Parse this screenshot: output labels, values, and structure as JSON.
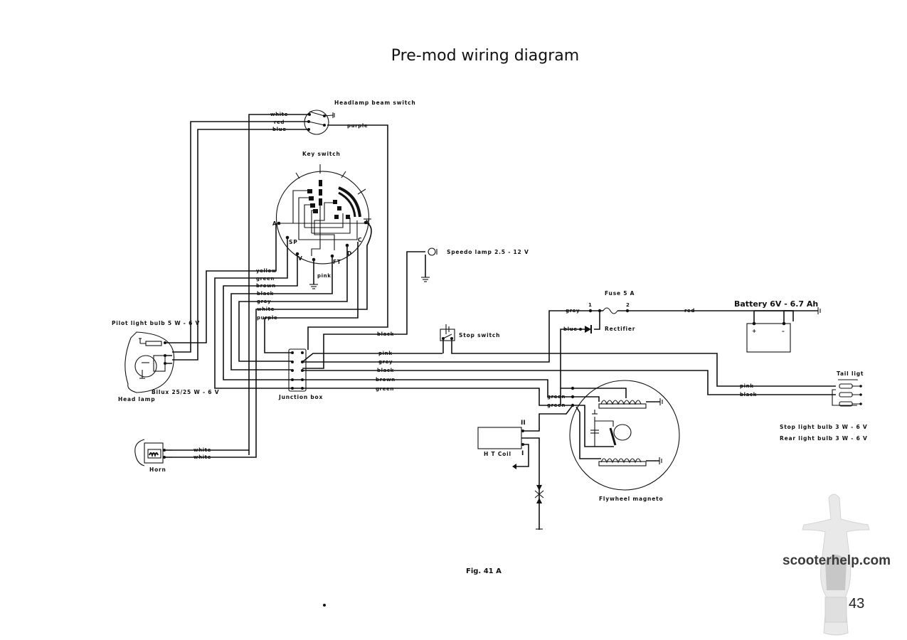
{
  "title": "Pre-mod wiring diagram",
  "figure_caption": "Fig. 41 A",
  "page_number": "43",
  "watermark": "scooterhelp.com",
  "components": {
    "headlamp_beam_switch": {
      "label": "Headlamp beam switch",
      "wires_in": [
        "white",
        "red",
        "blue"
      ],
      "wire_out": "purple"
    },
    "key_switch": {
      "label": "Key switch",
      "terminals": [
        "A",
        "SP",
        "V",
        "FT",
        "D",
        "C",
        "K"
      ],
      "earth_wire": "pink"
    },
    "speedo_lamp": {
      "label": "Speedo lamp 2.5 - 12 V"
    },
    "pilot_light": {
      "label": "Pilot light bulb 5 W - 6 V"
    },
    "headlamp_bulb": {
      "label": "Bilux 25/25 W - 6 V"
    },
    "head_lamp": {
      "label": "Head lamp"
    },
    "horn": {
      "label": "Horn",
      "wires": [
        "white",
        "white"
      ]
    },
    "junction_box": {
      "label": "Junction box"
    },
    "stop_switch": {
      "label": "Stop switch"
    },
    "fuse": {
      "label": "Fuse 5 A",
      "terminal_1": "1",
      "terminal_2": "2"
    },
    "rectifier": {
      "label": "Rectifier"
    },
    "battery": {
      "label": "Battery 6V - 6.7 Ah",
      "plus": "+",
      "minus": "–"
    },
    "tail_light": {
      "label": "Tail ligt",
      "stop_bulb": "Stop light bulb 3 W - 6 V",
      "rear_bulb": "Rear light bulb 3 W - 6 V"
    },
    "ht_coil": {
      "label": "H T Coil",
      "terminal_primary": "I",
      "terminal_secondary": "II"
    },
    "flywheel_magneto": {
      "label": "Flywheel magneto"
    }
  },
  "wire_labels": {
    "beam_white": "white",
    "beam_red": "red",
    "beam_blue": "blue",
    "beam_purple": "purple",
    "key_yellow": "yellow",
    "key_green": "green",
    "key_brown": "brown",
    "key_black": "black",
    "key_grey": "grey",
    "key_white": "white",
    "key_purple": "purple",
    "key_pink": "pink",
    "speedo_black": "black",
    "jb_pink": "pink",
    "jb_grey": "grey",
    "jb_black": "black",
    "jb_brown": "brown",
    "jb_green": "green",
    "fuse_grey": "grey",
    "rect_blue": "blue",
    "batt_red": "red",
    "tail_pink": "pink",
    "tail_black": "black",
    "mag_green_1": "green",
    "mag_green_2": "green",
    "horn_white_1": "white",
    "horn_white_2": "white"
  }
}
